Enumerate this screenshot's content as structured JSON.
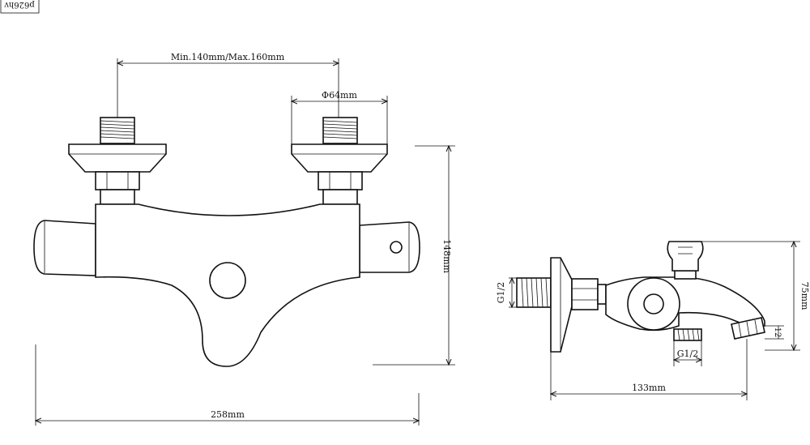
{
  "stamp": "p626hv",
  "colors": {
    "line": "#111111",
    "background": "#ffffff"
  },
  "dimensions": {
    "spacing": "Min.140mm/Max.160mm",
    "flange_diameter": "Φ64mm",
    "height": "148mm",
    "width": "258mm",
    "side_inlet_thread": "G1/2",
    "outlet_thread": "G1/2",
    "side_height": "75mm",
    "spout_offset": "12",
    "depth": "133mm"
  }
}
